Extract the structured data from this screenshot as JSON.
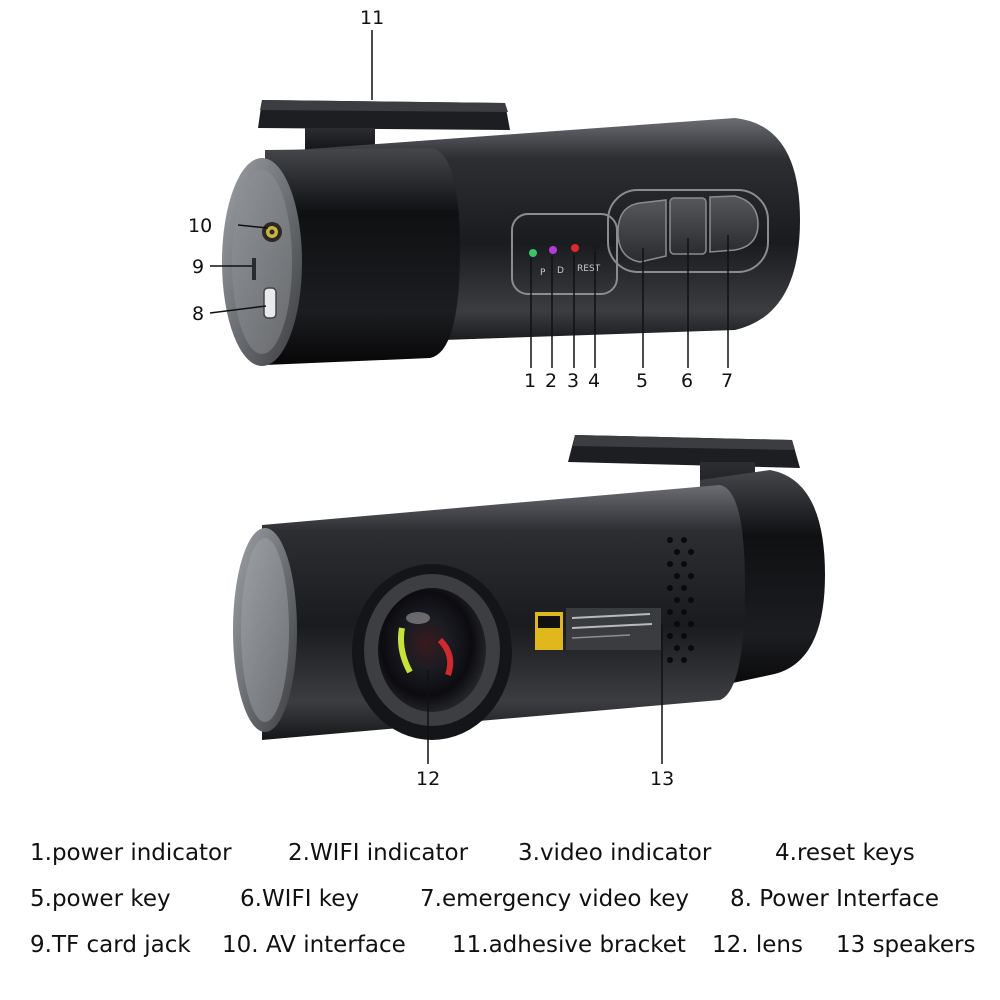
{
  "callouts": {
    "c1": "1",
    "c2": "2",
    "c3": "3",
    "c4": "4",
    "c5": "5",
    "c6": "6",
    "c7": "7",
    "c8": "8",
    "c9": "9",
    "c10": "10",
    "c11": "11",
    "c12": "12",
    "c13": "13"
  },
  "legend": {
    "row1": [
      "1.power indicator",
      "2.WIFI indicator",
      "3.video indicator",
      "4.reset keys"
    ],
    "row2": [
      "5.power key",
      "6.WIFI key",
      "7.emergency video key",
      "8. Power Interface"
    ],
    "row3": [
      "9.TF card jack",
      "10. AV interface",
      "11.adhesive bracket",
      "12. lens",
      "13 speakers"
    ]
  },
  "colors": {
    "body_dark": "#1f2023",
    "body_mid": "#3a3c40",
    "highlight": "#9a9ca0",
    "led_power": "#3cc46a",
    "led_wifi": "#b23cd8",
    "led_video": "#e0282e",
    "led_reset": "#1a1a1a"
  }
}
